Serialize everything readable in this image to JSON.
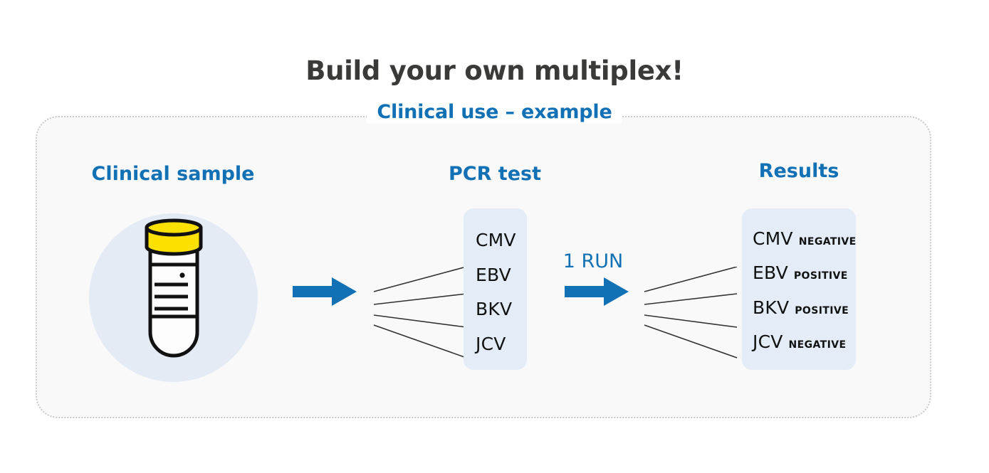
{
  "header": {
    "title": "Build your own multiplex!",
    "subtitle": "Clinical use – example"
  },
  "colors": {
    "accent_blue": "#1271b5",
    "title_dark": "#3a3a38",
    "panel_bg": "#f9f9fa",
    "panel_border": "#c9c9cf",
    "box_blue": "#e3ecf7",
    "circle_blue": "#e4ebf4",
    "cap_yellow": "#fbe000",
    "line_dark": "#333333"
  },
  "columns": {
    "sample": {
      "heading": "Clinical sample",
      "icon": "specimen-tube-icon"
    },
    "pcr": {
      "heading": "PCR test"
    },
    "results": {
      "heading": "Results"
    }
  },
  "transition": {
    "label": "1 RUN",
    "arrow_icon": "right-arrow-icon"
  },
  "pcr_targets": [
    {
      "name": "CMV"
    },
    {
      "name": "EBV"
    },
    {
      "name": "BKV"
    },
    {
      "name": "JCV"
    }
  ],
  "results": [
    {
      "name": "CMV",
      "status": "NEGATIVE"
    },
    {
      "name": "EBV",
      "status": "POSITIVE"
    },
    {
      "name": "BKV",
      "status": "POSITIVE"
    },
    {
      "name": "JCV",
      "status": "NEGATIVE"
    }
  ]
}
